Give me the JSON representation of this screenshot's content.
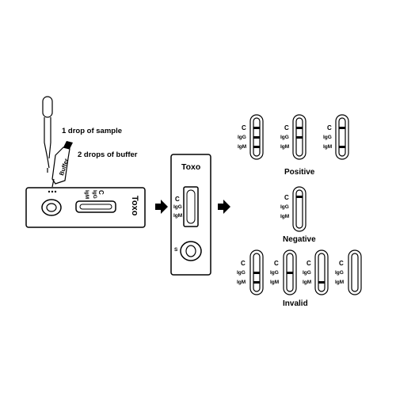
{
  "steps": {
    "sample": "1 drop of sample",
    "buffer": "2 drops of  buffer"
  },
  "bottle_label": "Buffer",
  "cassette": {
    "title": "Toxo",
    "control": "C",
    "igg": "IgG",
    "igm": "IgM",
    "sample_well": "S"
  },
  "results": {
    "control": "C",
    "igg": "IgG",
    "igm": "IgM",
    "positive": "Positive",
    "negative": "Negative",
    "invalid": "Invalid"
  },
  "icons": [
    "dropper-icon",
    "buffer-bottle-icon",
    "arrow-right-icon"
  ]
}
